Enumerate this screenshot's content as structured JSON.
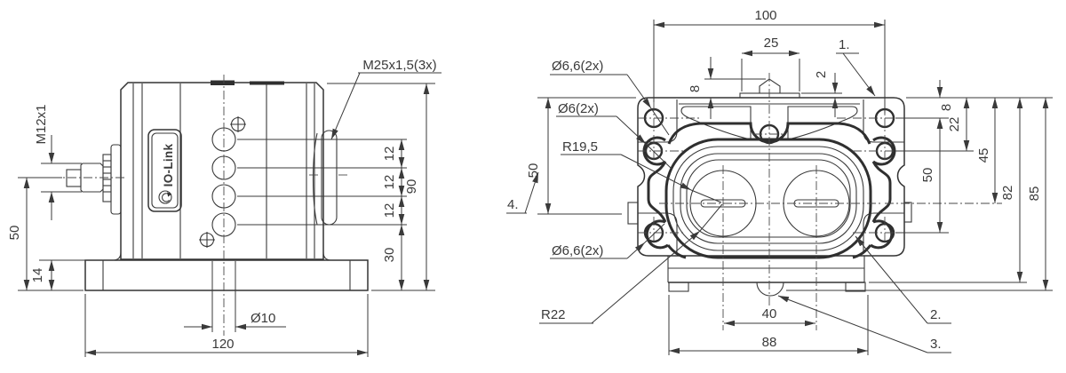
{
  "drawing": {
    "palette": {
      "line": "#333333",
      "text": "#3a3a3a",
      "background": "#ffffff"
    },
    "left_view": {
      "body_label": "IO-Link",
      "dim_connector": "M12x1",
      "dim_axis_height": "50",
      "dim_base_height": "14",
      "dim_base_width": "120",
      "dim_hole": "Ø10",
      "pitches": [
        "12",
        "12",
        "12"
      ],
      "dim_bottom_offset": "30",
      "dim_total_height": "90",
      "label_gland": "M25x1,5(3x)"
    },
    "right_view": {
      "dim_width": "100",
      "dim_tab_width": "25",
      "dim_tab_height": "8",
      "dim_plate_thickness": "2",
      "dim_top_hole_offset": "8",
      "dim_row2_offset": "22",
      "dim_axis_offset": "45",
      "dim_hole_span": "50",
      "dim_depth": "82",
      "dim_total_depth": "85",
      "dim_left_span": "50",
      "dim_circle_pitch": "40",
      "dim_foot_width": "88",
      "label_hole_top": "Ø6,6(2x)",
      "label_hole_mid": "Ø6(2x)",
      "label_radius_inner": "R19,5",
      "label_hole_bottom": "Ø6,6(2x)",
      "label_radius_outer": "R22",
      "callout_1": "1.",
      "callout_2": "2.",
      "callout_3": "3.",
      "callout_4": "4."
    }
  }
}
